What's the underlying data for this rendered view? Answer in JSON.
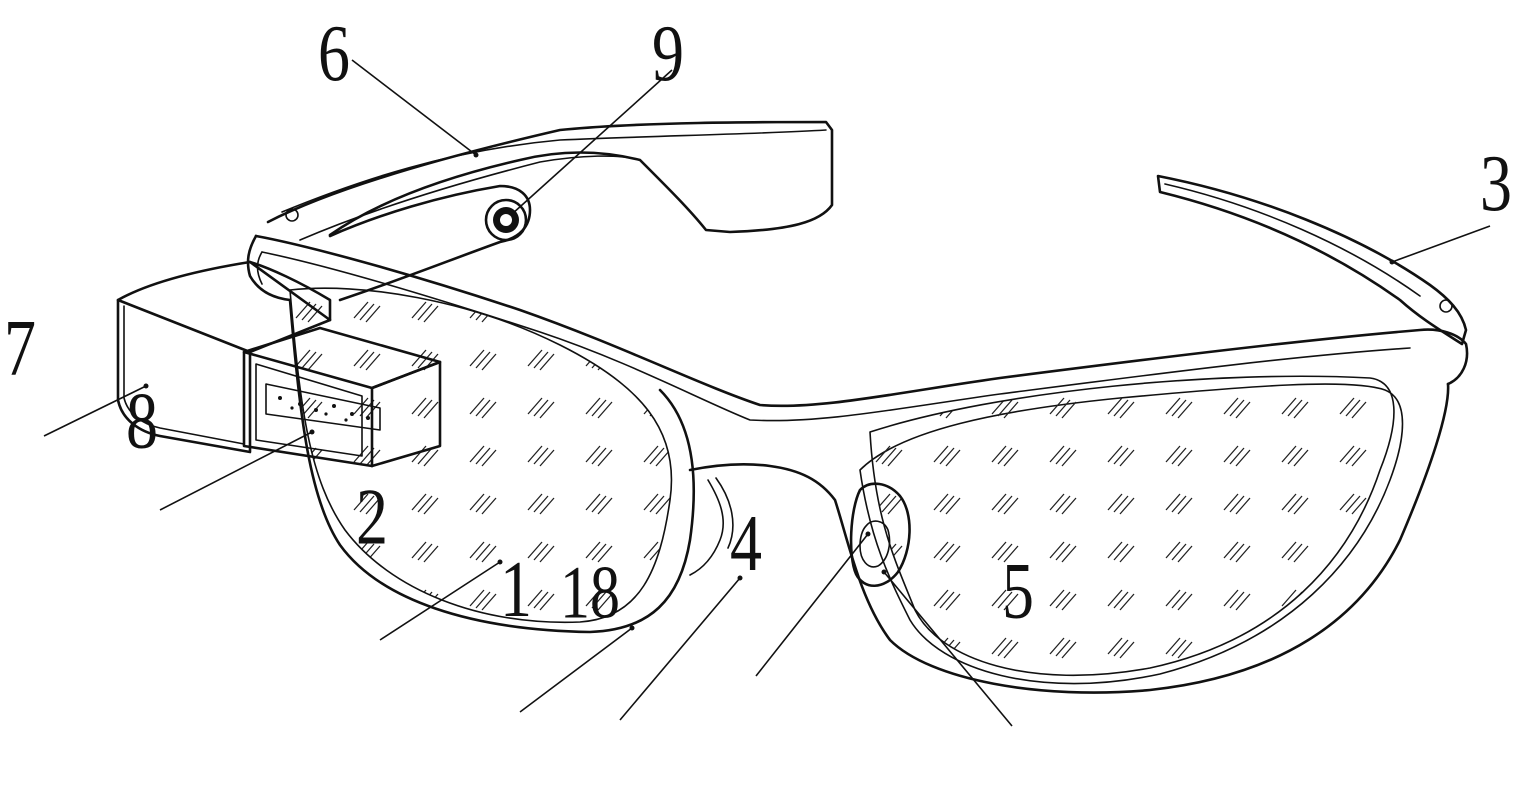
{
  "figure": {
    "line_color": "#111111",
    "background": "#ffffff",
    "callouts": [
      {
        "id": "c6",
        "label": "6"
      },
      {
        "id": "c9",
        "label": "9"
      },
      {
        "id": "c3",
        "label": "3"
      },
      {
        "id": "c7",
        "label": "7"
      },
      {
        "id": "c8",
        "label": "8"
      },
      {
        "id": "c2",
        "label": "2"
      },
      {
        "id": "c1",
        "label": "1"
      },
      {
        "id": "c18",
        "label": "18"
      },
      {
        "id": "c4",
        "label": "4"
      },
      {
        "id": "c5",
        "label": "5"
      }
    ]
  }
}
